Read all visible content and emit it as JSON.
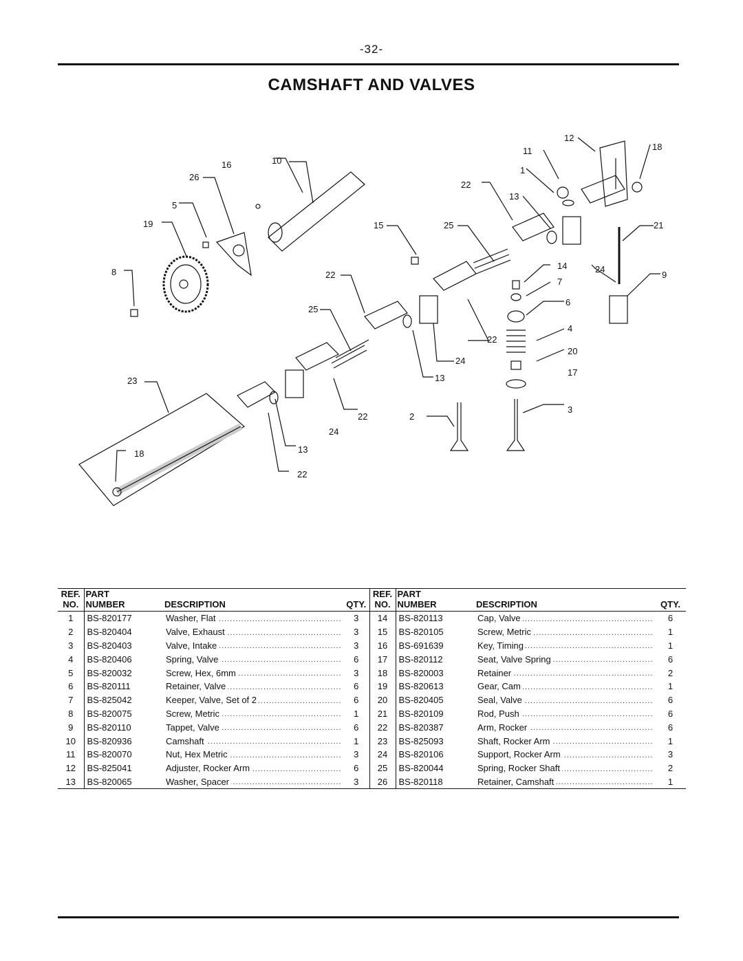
{
  "page_number": "-32-",
  "title": "CAMSHAFT AND VALVES",
  "callouts": [
    "12",
    "18",
    "11",
    "16",
    "10",
    "1",
    "26",
    "22",
    "13",
    "5",
    "19",
    "15",
    "25",
    "21",
    "8",
    "14",
    "24",
    "9",
    "22",
    "7",
    "6",
    "25",
    "22",
    "4",
    "20",
    "24",
    "23",
    "17",
    "13",
    "3",
    "22",
    "2",
    "24",
    "18",
    "13",
    "22"
  ],
  "table": {
    "headers": {
      "ref_top": "REF.",
      "ref_bottom": "NO.",
      "part_top": "PART",
      "part_bottom": "NUMBER",
      "description": "DESCRIPTION",
      "qty": "QTY."
    },
    "left": [
      {
        "ref": "1",
        "part": "BS-820177",
        "desc": "Washer, Flat",
        "qty": "3"
      },
      {
        "ref": "2",
        "part": "BS-820404",
        "desc": "Valve, Exhaust",
        "qty": "3"
      },
      {
        "ref": "3",
        "part": "BS-820403",
        "desc": "Valve, Intake",
        "qty": "3"
      },
      {
        "ref": "4",
        "part": "BS-820406",
        "desc": "Spring, Valve",
        "qty": "6"
      },
      {
        "ref": "5",
        "part": "BS-820032",
        "desc": "Screw, Hex, 6mm",
        "qty": "3"
      },
      {
        "ref": "6",
        "part": "BS-820111",
        "desc": "Retainer, Valve",
        "qty": "6"
      },
      {
        "ref": "7",
        "part": "BS-825042",
        "desc": "Keeper, Valve, Set of 2",
        "qty": "6"
      },
      {
        "ref": "8",
        "part": "BS-820075",
        "desc": "Screw, Metric",
        "qty": "1"
      },
      {
        "ref": "9",
        "part": "BS-820110",
        "desc": "Tappet, Valve",
        "qty": "6"
      },
      {
        "ref": "10",
        "part": "BS-820936",
        "desc": "Camshaft",
        "qty": "1"
      },
      {
        "ref": "11",
        "part": "BS-820070",
        "desc": "Nut, Hex Metric",
        "qty": "3"
      },
      {
        "ref": "12",
        "part": "BS-825041",
        "desc": "Adjuster, Rocker Arm",
        "qty": "6"
      },
      {
        "ref": "13",
        "part": "BS-820065",
        "desc": "Washer, Spacer",
        "qty": "3"
      }
    ],
    "right": [
      {
        "ref": "14",
        "part": "BS-820113",
        "desc": "Cap, Valve",
        "qty": "6"
      },
      {
        "ref": "15",
        "part": "BS-820105",
        "desc": "Screw, Metric",
        "qty": "1"
      },
      {
        "ref": "16",
        "part": "BS-691639",
        "desc": "Key, Timing",
        "qty": "1"
      },
      {
        "ref": "17",
        "part": "BS-820112",
        "desc": "Seat, Valve Spring",
        "qty": "6"
      },
      {
        "ref": "18",
        "part": "BS-820003",
        "desc": "Retainer",
        "qty": "2"
      },
      {
        "ref": "19",
        "part": "BS-820613",
        "desc": "Gear, Cam",
        "qty": "1"
      },
      {
        "ref": "20",
        "part": "BS-820405",
        "desc": "Seal, Valve",
        "qty": "6"
      },
      {
        "ref": "21",
        "part": "BS-820109",
        "desc": "Rod, Push",
        "qty": "6"
      },
      {
        "ref": "22",
        "part": "BS-820387",
        "desc": "Arm, Rocker",
        "qty": "6"
      },
      {
        "ref": "23",
        "part": "BS-825093",
        "desc": "Shaft, Rocker Arm",
        "qty": "1"
      },
      {
        "ref": "24",
        "part": "BS-820106",
        "desc": "Support, Rocker Arm",
        "qty": "3"
      },
      {
        "ref": "25",
        "part": "BS-820044",
        "desc": "Spring, Rocker Shaft",
        "qty": "2"
      },
      {
        "ref": "26",
        "part": "BS-820118",
        "desc": "Retainer, Camshaft",
        "qty": "1"
      }
    ]
  }
}
